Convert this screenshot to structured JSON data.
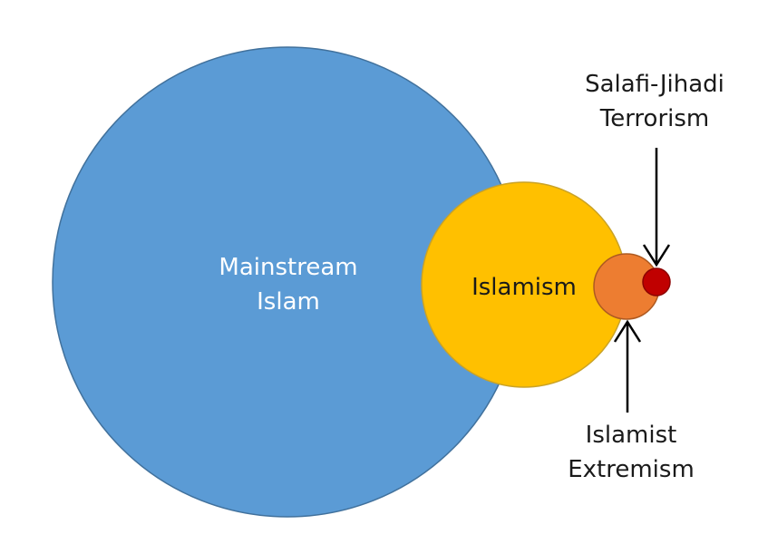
{
  "colors": {
    "mainstream": "#5b9bd5",
    "mainstream_stroke": "#41719c",
    "islamism": "#ffc000",
    "islamism_stroke": "#c9a227",
    "extremism": "#ed7d31",
    "extremism_stroke": "#ae5a21",
    "jihadi": "#c00000",
    "jihadi_stroke": "#8b0000",
    "arrow": "#000000"
  },
  "labels": {
    "mainstream": [
      "Mainstream",
      "Islam"
    ],
    "islamism": "Islamism",
    "jihadi": [
      "Salafi-Jihadi",
      "Terrorism"
    ],
    "extremism": [
      "Islamist",
      "Extremism"
    ]
  }
}
